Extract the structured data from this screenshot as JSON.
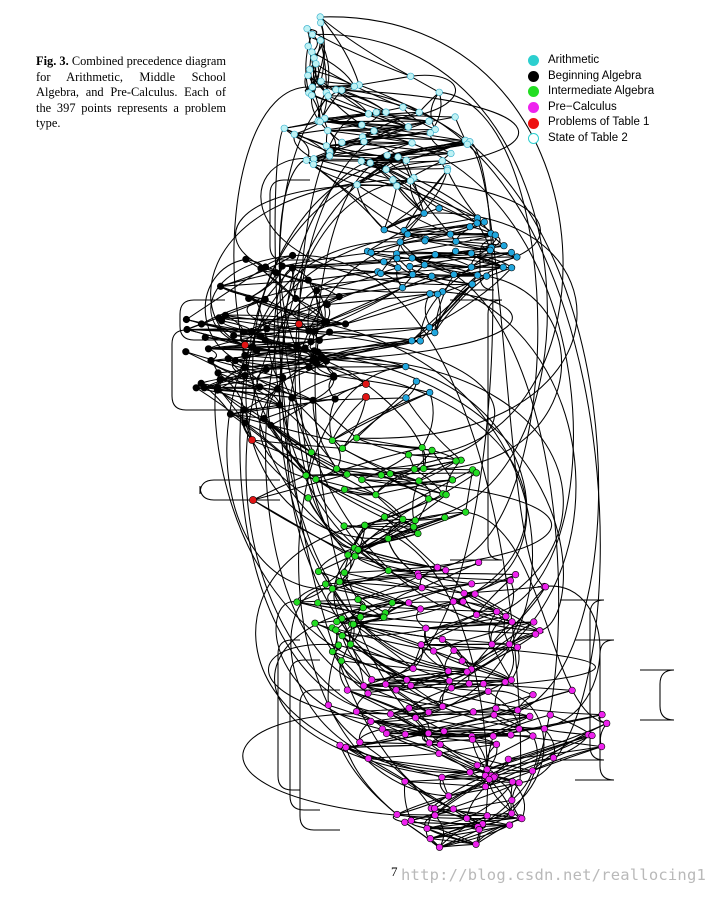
{
  "caption": {
    "label": "Fig. 3.",
    "text": "Combined precedence diagram for Arithmetic, Middle School Algebra, and Pre-Calculus. Each of the 397 points represents a problem type."
  },
  "legend": [
    {
      "label": "Arithmetic",
      "color": "#2ccfcf",
      "hollow": false
    },
    {
      "label": "Beginning Algebra",
      "color": "#000000",
      "hollow": false
    },
    {
      "label": "Intermediate Algebra",
      "color": "#22dd22",
      "hollow": false
    },
    {
      "label": "Pre−Calculus",
      "color": "#ee22ee",
      "hollow": false
    },
    {
      "label": "Problems of Table 1",
      "color": "#ee1111",
      "hollow": false
    },
    {
      "label": "State of Table 2",
      "color": "#2ccfcf",
      "hollow": true
    }
  ],
  "graph": {
    "total_points": 397,
    "node_colors": {
      "state": "#bff2f4",
      "arithmetic": "#21a7de",
      "beginning": "#000000",
      "intermediate": "#22dd22",
      "precalc": "#ee22ee",
      "table1": "#e01515"
    }
  },
  "page_number": "7",
  "watermark": "http://blog.csdn.net/reallocing1"
}
